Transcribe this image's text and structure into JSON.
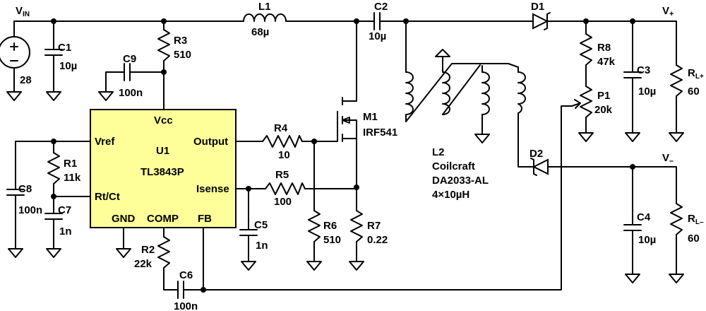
{
  "labels": {
    "vin_main": "V",
    "vin_sub": "IN",
    "vplus_main": "V",
    "vplus_sub": "+",
    "vminus_main": "V",
    "vminus_sub": "–",
    "src_val": "28",
    "c1": "C1",
    "c1v": "10µ",
    "r3": "R3",
    "r3v": "510",
    "c9": "C9",
    "c9v": "100n",
    "l1": "L1",
    "l1v": "68µ",
    "c2": "C2",
    "c2v": "10µ",
    "d1": "D1",
    "d2": "D2",
    "r8": "R8",
    "r8v": "47k",
    "p1": "P1",
    "p1v": "20k",
    "c3": "C3",
    "c3v": "10µ",
    "rlp_main": "R",
    "rlp_sub": "L+",
    "rlpv": "60",
    "rlm_main": "R",
    "rlm_sub": "L–",
    "rlmv": "60",
    "c4": "C4",
    "c4v": "10µ",
    "m1": "M1",
    "m1v": "IRF541",
    "r4": "R4",
    "r4v": "10",
    "r5": "R5",
    "r5v": "100",
    "r6": "R6",
    "r6v": "510",
    "r7": "R7",
    "r7v": "0.22",
    "c5": "C5",
    "c5v": "1n",
    "r1": "R1",
    "r1v": "11k",
    "c8": "C8",
    "c8v": "100n",
    "c7": "C7",
    "c7v": "1n",
    "r2": "R2",
    "r2v": "22k",
    "c6": "C6",
    "c6v": "100n",
    "l2_lines": [
      "L2",
      "Coilcraft",
      "DA2033-AL",
      "4×10µH"
    ]
  },
  "ic": {
    "name": "U1",
    "part": "TL3843P",
    "vcc": "Vcc",
    "vref": "Vref",
    "rtct": "Rt/Ct",
    "gnd": "GND",
    "comp": "COMP",
    "fb": "FB",
    "output": "Output",
    "isense": "Isense",
    "fill": "#ffff99"
  }
}
